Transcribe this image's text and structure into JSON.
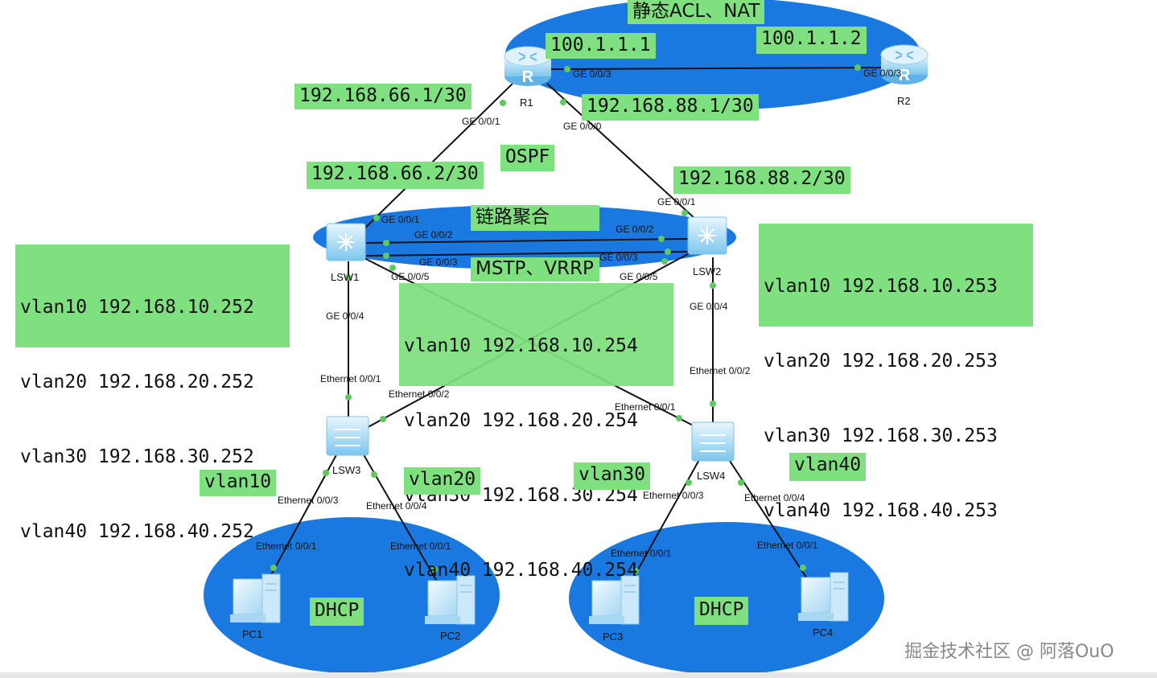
{
  "colors": {
    "ellipse": "#1a79e0",
    "label_bg": "#7ee07e",
    "link": "#111111",
    "port_dot": "#5fc95f"
  },
  "top_title": "静态ACL、NAT",
  "r1_ip": "100.1.1.1",
  "r2_ip": "100.1.1.2",
  "r1_down_left_ip": "192.168.66.1/30",
  "r1_down_right_ip": "192.168.88.1/30",
  "lsw1_up_ip": "192.168.66.2/30",
  "lsw2_up_ip": "192.168.88.2/30",
  "ospf": "OSPF",
  "link_agg": "链路聚合",
  "mstp_vrrp": "MSTP、VRRP",
  "lsw1_vlans": [
    "vlan10 192.168.10.252",
    "vlan20 192.168.20.252",
    "vlan30 192.168.30.252",
    "vlan40 192.168.40.252"
  ],
  "lsw2_vlans": [
    "vlan10 192.168.10.253",
    "vlan20 192.168.20.253",
    "vlan30 192.168.30.253",
    "vlan40 192.168.40.253"
  ],
  "vrrp_vlans": [
    "vlan10 192.168.10.254",
    "vlan20 192.168.20.254",
    "vlan30 192.168.30.254",
    "vlan40 192.168.40.254"
  ],
  "vlan_tags": {
    "pc1": "vlan10",
    "pc2": "vlan20",
    "pc3": "vlan30",
    "pc4": "vlan40"
  },
  "dhcp": "DHCP",
  "devices": {
    "r1": "R1",
    "r2": "R2",
    "lsw1": "LSW1",
    "lsw2": "LSW2",
    "lsw3": "LSW3",
    "lsw4": "LSW4",
    "pc1": "PC1",
    "pc2": "PC2",
    "pc3": "PC3",
    "pc4": "PC4"
  },
  "ports": {
    "r1_ge003": "GE 0/0/3",
    "r2_ge003": "GE 0/0/3",
    "r1_ge001": "GE 0/0/1",
    "r1_ge000": "GE 0/0/0",
    "lsw1_ge001": "GE 0/0/1",
    "lsw1_ge002": "GE 0/0/2",
    "lsw1_ge003": "GE 0/0/3",
    "lsw1_ge005": "GE 0/0/5",
    "lsw1_ge004": "GE 0/0/4",
    "lsw2_ge001": "GE 0/0/1",
    "lsw2_ge002": "GE 0/0/2",
    "lsw2_ge003": "GE 0/0/3",
    "lsw2_ge005": "GE 0/0/5",
    "lsw2_ge004": "GE 0/0/4",
    "lsw3_e001": "Ethernet 0/0/1",
    "lsw3_e002": "Ethernet 0/0/2",
    "lsw3_e003": "Ethernet 0/0/3",
    "lsw3_e004": "Ethernet 0/0/4",
    "lsw4_e002": "Ethernet 0/0/2",
    "lsw4_e001": "Ethernet 0/0/1",
    "lsw4_e003": "Ethernet 0/0/3",
    "lsw4_e004": "Ethernet 0/0/4",
    "pc1_e001": "Ethernet 0/0/1",
    "pc2_e001": "Ethernet 0/0/1",
    "pc3_e001": "Ethernet 0/0/1",
    "pc4_e001": "Ethernet 0/0/1"
  },
  "watermark": "掘金技术社区 @ 阿落OuO"
}
